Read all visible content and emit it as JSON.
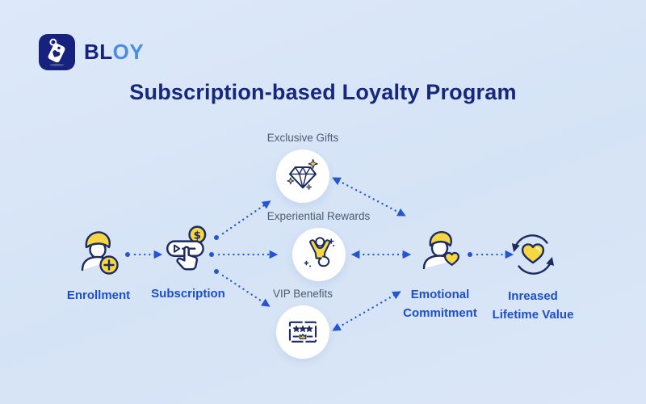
{
  "brand": {
    "name_primary": "BL",
    "name_secondary": "OY",
    "logo_icon": "price-tag-heart-icon"
  },
  "title": "Subscription-based Loyalty Program",
  "flow": {
    "stages": [
      {
        "label": "Enrollment",
        "icon": "user-add-icon"
      },
      {
        "label": "Subscription",
        "icon": "subscribe-click-icon"
      },
      {
        "label": "Emotional Commitment",
        "icon": "user-heart-icon"
      },
      {
        "label": "Inreased Lifetime Value",
        "icon": "heart-cycle-icon"
      }
    ],
    "rewards": [
      {
        "label": "Exclusive Gifts",
        "icon": "diamond-icon"
      },
      {
        "label": "Experiential Rewards",
        "icon": "cheering-person-icon"
      },
      {
        "label": "VIP Benefits",
        "icon": "vip-card-icon"
      }
    ]
  },
  "colors": {
    "background": "#d9e6f8",
    "navy": "#1d2b63",
    "logo_navy": "#16227e",
    "title": "#16277d",
    "label_blue": "#1e4fc6",
    "reward_label": "#4d5b73",
    "arrow_blue": "#2356d4",
    "yellow": "#f6d642",
    "circle_bg": "#ffffff",
    "brand_secondary": "#4a8ee2"
  }
}
